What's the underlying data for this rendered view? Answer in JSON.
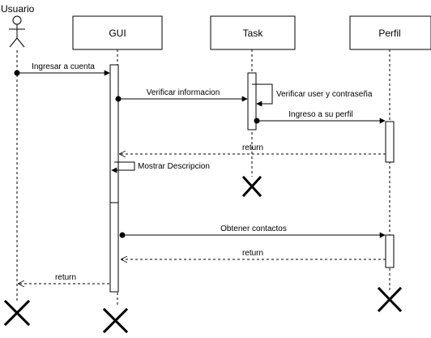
{
  "diagram": {
    "actor": {
      "label": "Usuario"
    },
    "participants": [
      {
        "id": "gui",
        "label": "GUI"
      },
      {
        "id": "task",
        "label": "Task"
      },
      {
        "id": "perfil",
        "label": "Perfil"
      }
    ],
    "messages": [
      {
        "id": "msg-1",
        "from": "Usuario",
        "to": "GUI",
        "label": "Ingresar a cuenta",
        "style": "sync"
      },
      {
        "id": "msg-2",
        "from": "GUI",
        "to": "Task",
        "label": "Verificar informacion",
        "style": "sync"
      },
      {
        "id": "msg-3",
        "from": "Task",
        "to": "Task",
        "label": "Verificar user y contraseña",
        "style": "self"
      },
      {
        "id": "msg-4",
        "from": "Task",
        "to": "Perfil",
        "label": "Ingreso a su perfil",
        "style": "sync"
      },
      {
        "id": "msg-5",
        "from": "Perfil",
        "to": "GUI",
        "label": "return",
        "style": "return"
      },
      {
        "id": "msg-6",
        "from": "GUI",
        "to": "GUI",
        "label": "Mostrar Descripcion",
        "style": "self"
      },
      {
        "id": "msg-7",
        "from": "GUI",
        "to": "Perfil",
        "label": "Obtener contactos",
        "style": "sync"
      },
      {
        "id": "msg-8",
        "from": "Perfil",
        "to": "GUI",
        "label": "return",
        "style": "return"
      },
      {
        "id": "msg-9",
        "from": "GUI",
        "to": "Usuario",
        "label": "return",
        "style": "return"
      }
    ],
    "destroyed": [
      "Usuario",
      "GUI",
      "Task",
      "Perfil"
    ],
    "colors": {
      "stroke": "#000000",
      "text": "#000000",
      "background": "#ffffff",
      "dashed": "#666666"
    }
  }
}
